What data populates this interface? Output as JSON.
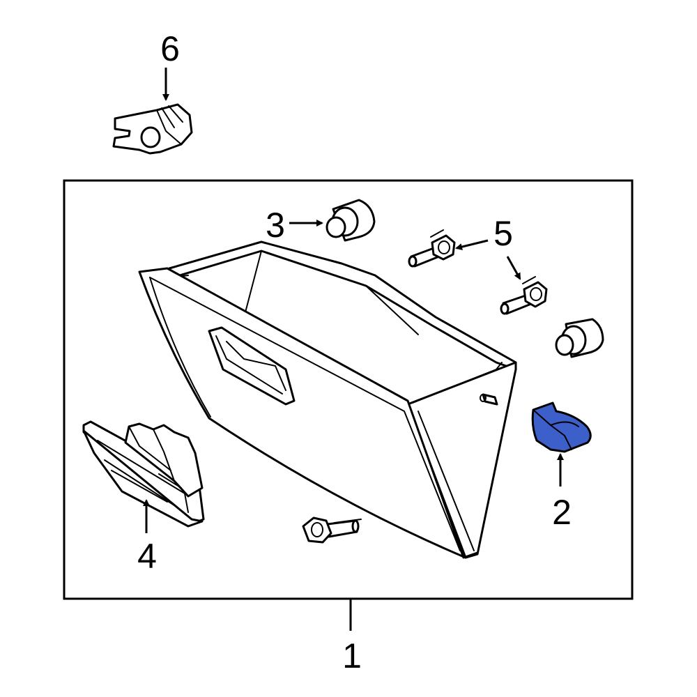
{
  "callouts": {
    "c1": "1",
    "c2": "2",
    "c3": "3",
    "c4": "4",
    "c5": "5",
    "c6": "6"
  },
  "colors": {
    "highlight": "#3d5fc9",
    "line": "#000000",
    "background": "#ffffff"
  }
}
